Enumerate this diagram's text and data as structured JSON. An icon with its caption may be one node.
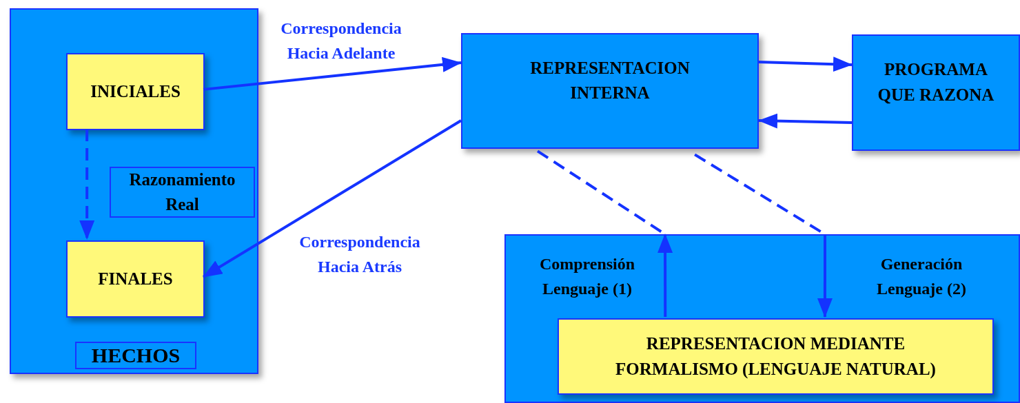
{
  "diagram": {
    "nodes": [
      {
        "text": [
          "HECHOS"
        ]
      },
      {
        "text": [
          "INICIALES"
        ],
        "in": 0
      },
      {
        "text": [
          "Razonamiento Real"
        ],
        "in": 0
      },
      {
        "text": [
          "FINALES"
        ],
        "in": 0
      },
      {
        "text": [
          "REPRESENTACION INTERNA"
        ]
      },
      {
        "text": [
          "PROGRAMA QUE RAZONA"
        ]
      },
      {
        "text": [],
        "shape": "box"
      },
      {
        "text": [
          "REPRESENTACION MEDIANTE FORMALISMO (LENGUAJE NATURAL)"
        ],
        "in": 6
      }
    ],
    "edges": [
      {
        "from": 1,
        "to": 3,
        "arrow": "to",
        "style": "dashed"
      },
      {
        "from": 1,
        "to": 4,
        "arrow": "to",
        "label": "Correspondencia Hacia Adelante"
      },
      {
        "from": 4,
        "to": 3,
        "arrow": "to",
        "label": "Correspondencia Hacia Atrás"
      },
      {
        "from": 4,
        "to": 5,
        "arrow": "to"
      },
      {
        "from": 5,
        "to": 4,
        "arrow": "to"
      },
      {
        "from": 4,
        "to": 6,
        "arrow": "none",
        "style": "dashed"
      },
      {
        "from": 7,
        "to": 6,
        "arrow": "to",
        "label": "Comprensión Lenguaje (1)"
      },
      {
        "from": 4,
        "to": 6,
        "arrow": "none",
        "style": "dashed"
      },
      {
        "from": 6,
        "to": 7,
        "arrow": "to",
        "label": "Generación Lenguaje (2)"
      }
    ]
  }
}
